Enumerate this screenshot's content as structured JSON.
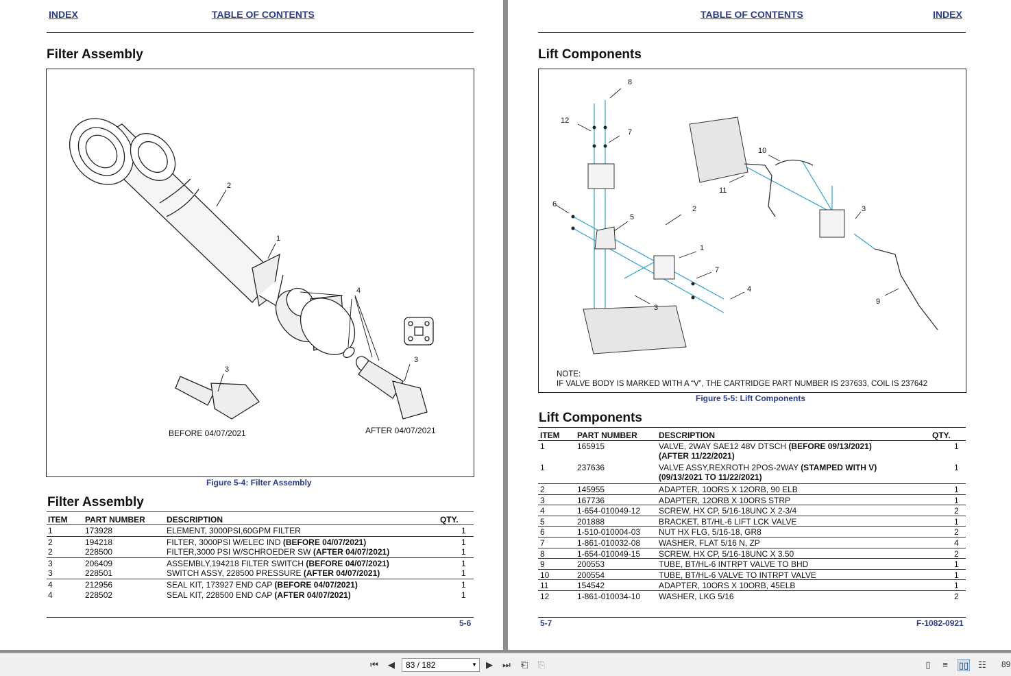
{
  "left_page": {
    "nav_index": "INDEX",
    "nav_toc": "TABLE OF CONTENTS",
    "section_title": "Filter Assembly",
    "figure_labels": {
      "callout_1": "1",
      "callout_2": "2",
      "callout_3a": "3",
      "callout_3b": "3",
      "callout_4": "4",
      "before": "BEFORE 04/07/2021",
      "after": "AFTER 04/07/2021"
    },
    "figure_caption": "Figure 5-4:  Filter Assembly",
    "table_title": "Filter Assembly",
    "table_headers": {
      "item": "ITEM",
      "part": "PART NUMBER",
      "desc": "DESCRIPTION",
      "qty": "QTY."
    },
    "rows": [
      {
        "item": "1",
        "part": "173928",
        "desc": "ELEMENT, 3000PSI,60GPM FILTER",
        "bold": "",
        "qty": "1"
      },
      {
        "item": "2",
        "part": "194218",
        "desc": "FILTER, 3000PSI W/ELEC IND ",
        "bold": "(BEFORE 04/07/2021)",
        "qty": "1"
      },
      {
        "item": "2",
        "part": "228500",
        "desc": "FILTER,3000 PSI W/SCHROEDER SW ",
        "bold": "(AFTER 04/07/2021)",
        "qty": "1"
      },
      {
        "item": "3",
        "part": "206409",
        "desc": "ASSEMBLY,194218 FILTER SWITCH ",
        "bold": "(BEFORE 04/07/2021)",
        "qty": "1"
      },
      {
        "item": "3",
        "part": "228501",
        "desc": "SWITCH ASSY, 228500 PRESSURE ",
        "bold": "(AFTER 04/07/2021)",
        "qty": "1"
      },
      {
        "item": "4",
        "part": "212956",
        "desc": "SEAL KIT, 173927 END CAP ",
        "bold": "(BEFORE 04/07/2021)",
        "qty": "1"
      },
      {
        "item": "4",
        "part": "228502",
        "desc": "SEAL KIT, 228500 END CAP ",
        "bold": "(AFTER 04/07/2021)",
        "qty": "1"
      }
    ],
    "page_number": "5-6"
  },
  "right_page": {
    "nav_toc": "TABLE OF CONTENTS",
    "nav_index": "INDEX",
    "section_title": "Lift Components",
    "figure_labels": [
      "1",
      "2",
      "3",
      "3",
      "4",
      "5",
      "6",
      "7",
      "7",
      "8",
      "9",
      "10",
      "11",
      "12"
    ],
    "note_label": "NOTE:",
    "note_text": "IF VALVE BODY IS MARKED WITH A “V”, THE CARTRIDGE PART NUMBER IS 237633, COIL IS 237642",
    "figure_caption": "Figure 5-5:  Lift Components",
    "table_title": "Lift Components",
    "table_headers": {
      "item": "ITEM",
      "part": "PART NUMBER",
      "desc": "DESCRIPTION",
      "qty": "QTY."
    },
    "rows": [
      {
        "item": "1",
        "part": "165915",
        "desc": "VALVE, 2WAY SAE12 48V DTSCH ",
        "bold": "(BEFORE 09/13/2021)",
        "line2": "(AFTER 11/22/2021)",
        "qty": "1"
      },
      {
        "item": "1",
        "part": "237636",
        "desc": "VALVE ASSY,REXROTH 2POS-2WAY ",
        "bold": "(STAMPED WITH V)",
        "line2": "(09/13/2021 TO 11/22/2021)",
        "qty": "1"
      },
      {
        "item": "2",
        "part": "145955",
        "desc": "ADAPTER, 10ORS X 12ORB, 90 ELB",
        "bold": "",
        "line2": "",
        "qty": "1"
      },
      {
        "item": "3",
        "part": "167736",
        "desc": "ADAPTER, 12ORB X 10ORS STRP",
        "bold": "",
        "line2": "",
        "qty": "1"
      },
      {
        "item": "4",
        "part": "1-654-010049-12",
        "desc": "SCREW, HX CP, 5/16-18UNC X 2-3/4",
        "bold": "",
        "line2": "",
        "qty": "2"
      },
      {
        "item": "5",
        "part": "201888",
        "desc": "BRACKET, BT/HL-6 LIFT LCK VALVE",
        "bold": "",
        "line2": "",
        "qty": "1"
      },
      {
        "item": "6",
        "part": "1-510-010004-03",
        "desc": "NUT HX FLG, 5/16-18, GR8",
        "bold": "",
        "line2": "",
        "qty": "2"
      },
      {
        "item": "7",
        "part": "1-861-010032-08",
        "desc": "WASHER, FLAT 5/16 N, ZP",
        "bold": "",
        "line2": "",
        "qty": "4"
      },
      {
        "item": "8",
        "part": "1-654-010049-15",
        "desc": "SCREW, HX CP, 5/16-18UNC X 3.50",
        "bold": "",
        "line2": "",
        "qty": "2"
      },
      {
        "item": "9",
        "part": "200553",
        "desc": "TUBE, BT/HL-6 INTRPT VALVE TO BHD",
        "bold": "",
        "line2": "",
        "qty": "1"
      },
      {
        "item": "10",
        "part": "200554",
        "desc": "TUBE, BT/HL-6 VALVE TO INTRPT VALVE",
        "bold": "",
        "line2": "",
        "qty": "1"
      },
      {
        "item": "11",
        "part": "154542",
        "desc": "ADAPTER, 10ORS X 10ORB, 45ELB",
        "bold": "",
        "line2": "",
        "qty": "1"
      },
      {
        "item": "12",
        "part": "1-861-010034-10",
        "desc": "WASHER, LKG 5/16",
        "bold": "",
        "line2": "",
        "qty": "2"
      }
    ],
    "page_number": "5-7",
    "doc_number": "F-1082-0921"
  },
  "toolbar": {
    "page_indicator": "83 / 182",
    "zoom": "89",
    "icons": [
      "first-page-icon",
      "prev-page-icon",
      "next-page-icon",
      "last-page-icon",
      "go-back-icon",
      "go-forward-icon",
      "single-page-icon",
      "continuous-icon",
      "two-page-icon",
      "two-page-continuous-icon"
    ]
  }
}
